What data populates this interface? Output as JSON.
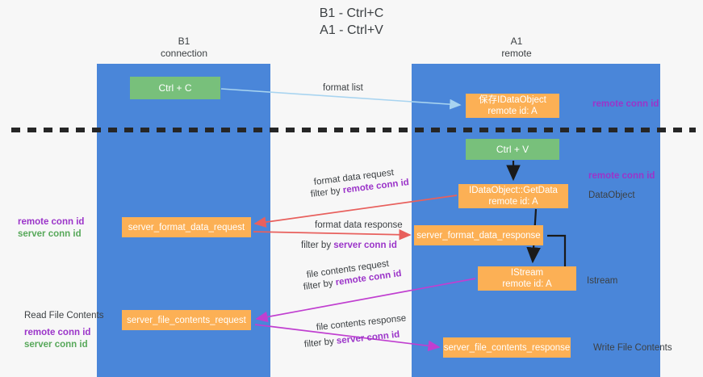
{
  "title": {
    "line1": "B1 - Ctrl+C",
    "line2": "A1 - Ctrl+V"
  },
  "lanes": [
    {
      "id": "b1",
      "name": "B1",
      "sub": "connection",
      "color": "#4a86d9"
    },
    {
      "id": "a1",
      "name": "A1",
      "sub": "remote",
      "color": "#4a86d9"
    }
  ],
  "colors": {
    "lane": "#4a86d9",
    "green_box": "#78c07b",
    "orange_box": "#fcb055",
    "purple_text": "#9b34c9",
    "green_text": "#57a85a",
    "arrow_blue": "#a8d4f0",
    "arrow_red": "#e8605d",
    "arrow_magenta": "#c03fd0",
    "arrow_black": "#1a1a1a",
    "divider": "#262626",
    "page_bg": "#f7f7f7"
  },
  "boxes": {
    "ctrl_c": "Ctrl + C",
    "save_idataobject": {
      "line1": "保存IDataObject",
      "line2": "remote id: A"
    },
    "ctrl_v": "Ctrl + V",
    "getdata": {
      "line1": "IDataObject::GetData",
      "line2": "remote id: A"
    },
    "server_format_data_request": "server_format_data_request",
    "server_format_data_response": "server_format_data_response",
    "istream": {
      "line1": "IStream",
      "line2": "remote id: A"
    },
    "server_file_contents_request": "server_file_contents_request",
    "server_file_contents_response": "server_file_contents_response"
  },
  "edge_labels": {
    "format_list": "format list",
    "format_data_request": "format data request",
    "format_data_request_filter_prefix": "filter by ",
    "format_data_request_filter_key": "remote conn id",
    "format_data_response": "format data response",
    "format_data_response_filter_prefix": "filter by ",
    "format_data_response_filter_key": "server conn id",
    "file_contents_request": "file contents request",
    "file_contents_request_filter_prefix": "filter by ",
    "file_contents_request_filter_key": "remote conn id",
    "file_contents_response": "file contents response",
    "file_contents_response_filter_prefix": "filter by ",
    "file_contents_response_filter_key": "server conn id"
  },
  "annotations": {
    "right_remote_conn_id_top": "remote conn id",
    "right_remote_conn_id_mid": "remote conn id",
    "right_dataobject": "DataObject",
    "right_istream": "Istream",
    "right_write_file_contents": "Write File Contents",
    "left_remote_conn_id_1": "remote conn id",
    "left_server_conn_id_1": "server conn id",
    "left_read_file_contents": "Read File Contents",
    "left_remote_conn_id_2": "remote conn id",
    "left_server_conn_id_2": "server conn id"
  }
}
